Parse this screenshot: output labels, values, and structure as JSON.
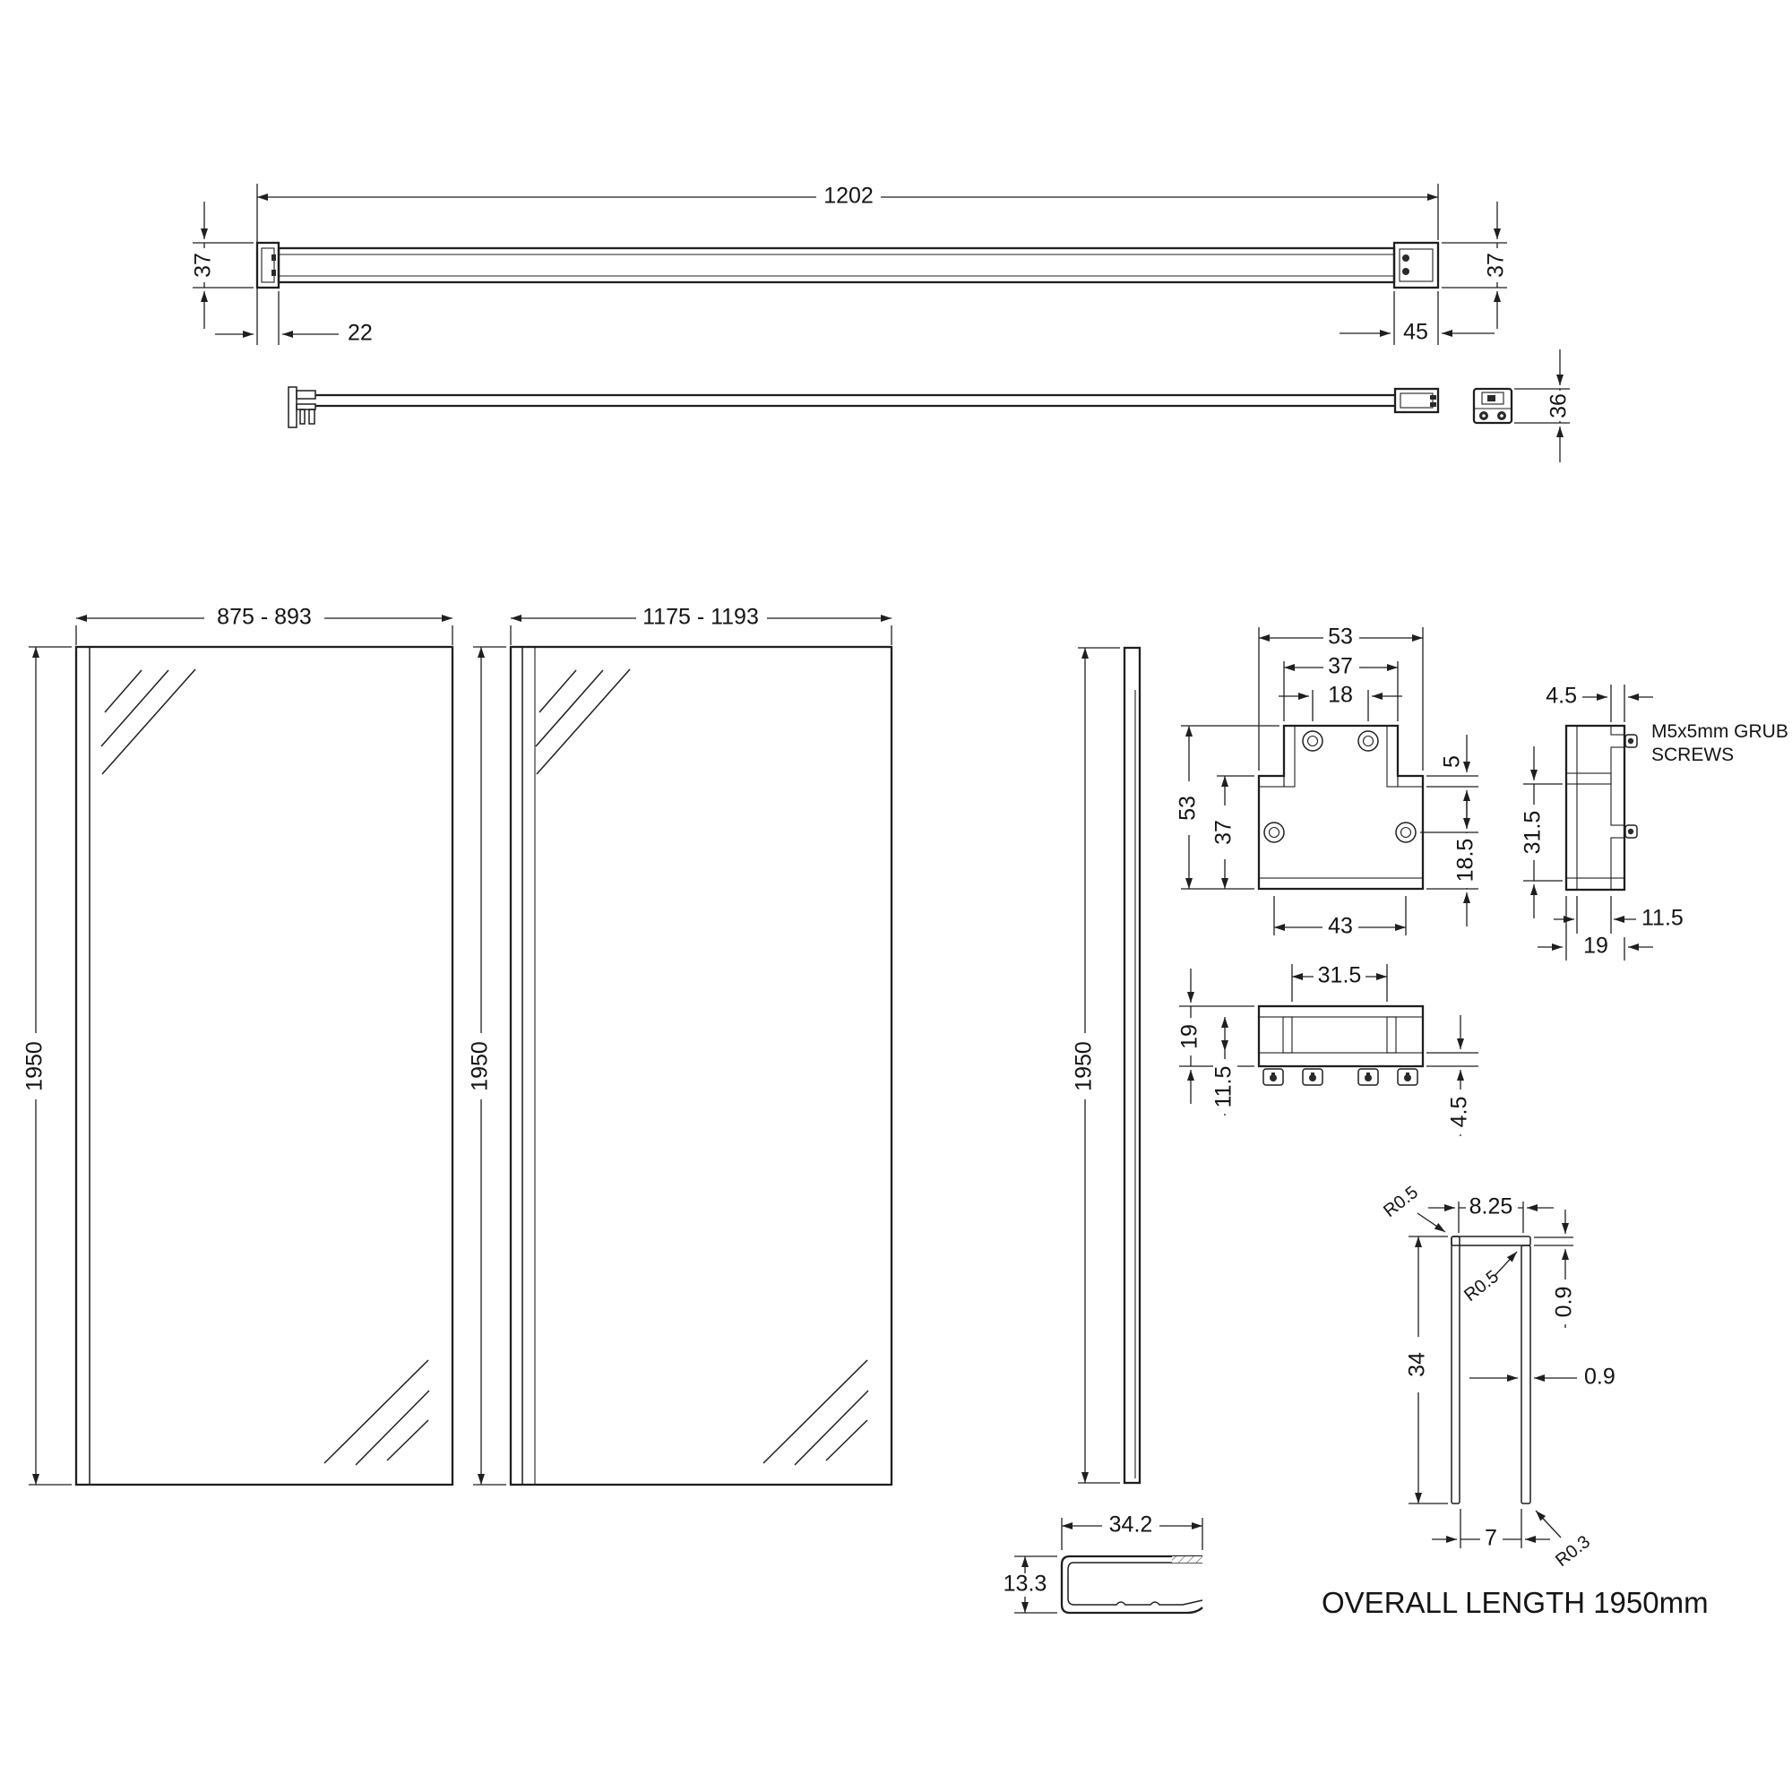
{
  "page": {
    "background": "#ffffff",
    "line_color": "#1f1f1f"
  },
  "top_view": {
    "length": "1202",
    "height_left": "37",
    "height_right": "37",
    "left_end_width": "22",
    "right_end_width": "45",
    "bracket_height": "36"
  },
  "panels": {
    "small_width": "875 - 893",
    "small_height": "1950",
    "large_width": "1175 - 1193",
    "large_height": "1950",
    "profile_bar_height": "1950"
  },
  "wall_bracket": {
    "outer_width": "53",
    "inner_width": "37",
    "top_hole_spacing": "18",
    "outer_height": "53",
    "body_height": "37",
    "lip_height": "5",
    "bottom_hole_offset": "18.5",
    "bottom_hole_spacing": "43"
  },
  "profile_vertical": {
    "wall_thickness": "4.5",
    "cavity_height": "31.5",
    "cavity_width": "11.5",
    "width": "19",
    "grub_note_line1": "M5x5mm GRUB",
    "grub_note_line2": "SCREWS"
  },
  "profile_horizontal": {
    "cavity_width": "31.5",
    "height": "19",
    "cavity_height": "11.5",
    "wall_thickness": "4.5"
  },
  "u_profile": {
    "top_width": "8.25",
    "outer_radius": "R0.5",
    "inner_radius": "R0.5",
    "top_thickness": "0.9",
    "leg_height": "34",
    "leg_thickness": "0.9",
    "opening_width": "7",
    "tip_radius": "R0.3"
  },
  "seal_profile": {
    "width": "34.2",
    "height": "13.3"
  },
  "footer": {
    "overall_length": "OVERALL LENGTH 1950mm"
  }
}
